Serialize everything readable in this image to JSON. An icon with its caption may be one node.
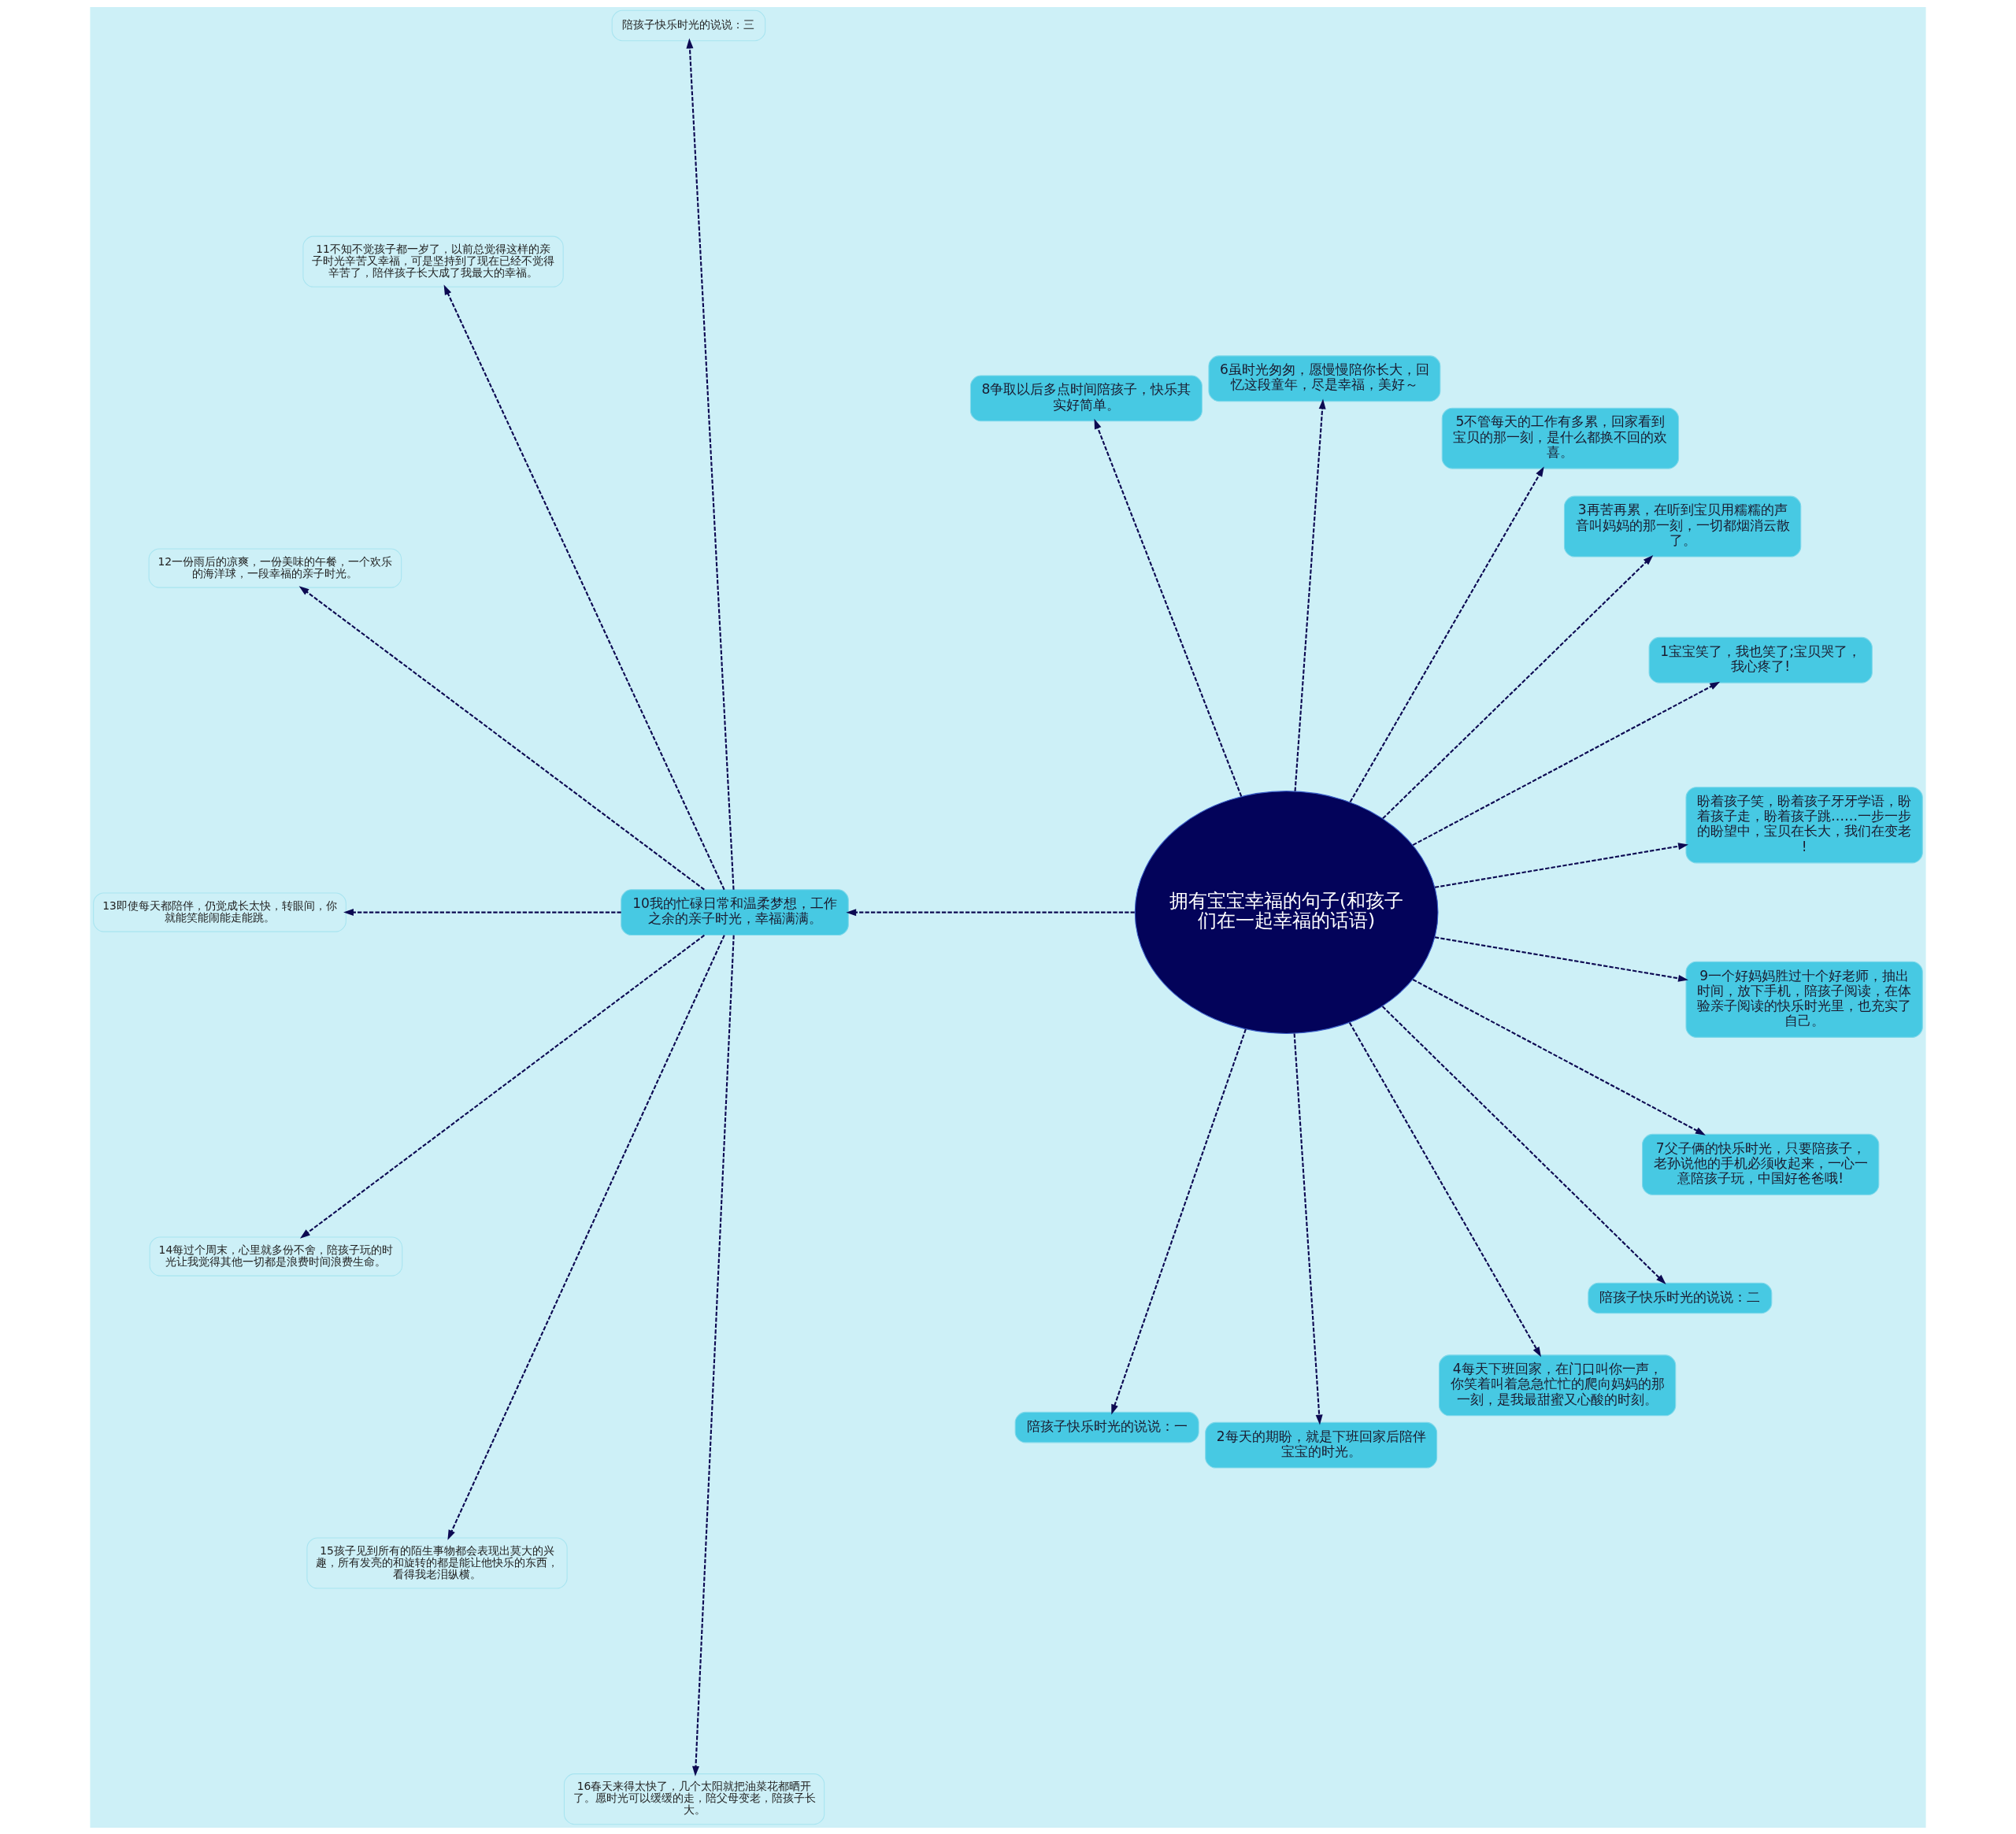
{
  "diagram": {
    "nodes": [
      {
        "text": [
          "拥有宝宝幸福的句子(和孩子们在一起幸福的话语)"
        ]
      },
      {
        "text": [
          "盼着孩子笑，盼着孩子牙牙学语，盼着孩子走，盼着孩子跳……一步一步的盼望中，宝贝在长大，我们在变老!"
        ]
      },
      {
        "text": [
          "1宝宝笑了，我也笑了;宝贝哭了，我心疼了!"
        ]
      },
      {
        "text": [
          "3再苦再累，在听到宝贝用糯糯的声音叫妈妈的那一刻，一切都烟消云散了。"
        ]
      },
      {
        "text": [
          "5不管每天的工作有多累，回家看到宝贝的那一刻，是什么都换不回的欢喜。"
        ]
      },
      {
        "text": [
          "6虽时光匆匆，愿慢慢陪你长大，回忆这段童年，尽是幸福，美好～"
        ]
      },
      {
        "text": [
          "8争取以后多点时间陪孩子，快乐其实好简单。"
        ]
      },
      {
        "text": [
          "10我的忙碌日常和温柔梦想，工作之余的亲子时光，幸福满满。"
        ]
      },
      {
        "text": [
          "陪孩子快乐时光的说说：三"
        ]
      },
      {
        "text": [
          "11不知不觉孩子都一岁了，以前总觉得这样的亲子时光辛苦又幸福，可是坚持到了现在已经不觉得辛苦了，陪伴孩子长大成了我最大的幸福。"
        ]
      },
      {
        "text": [
          "12一份雨后的凉爽，一份美味的午餐，一个欢乐的海洋球，一段幸福的亲子时光。"
        ]
      },
      {
        "text": [
          "13即使每天都陪伴，仍觉成长太快，转眼间，你就能笑能闹能走能跳。"
        ]
      },
      {
        "text": [
          "14每过个周末，心里就多份不舍，陪孩子玩的时光让我觉得其他一切都是浪费时间浪费生命。"
        ]
      },
      {
        "text": [
          "15孩子见到所有的陌生事物都会表现出莫大的兴趣，所有发亮的和旋转的都是能让他快乐的东西，看得我老泪纵横。"
        ]
      },
      {
        "text": [
          "16春天来得太快了，几个太阳就把油菜花都晒开了。愿时光可以缓缓的走，陪父母变老，陪孩子长大。"
        ]
      },
      {
        "text": [
          "陪孩子快乐时光的说说：一"
        ]
      },
      {
        "text": [
          "2每天的期盼，就是下班回家后陪伴宝宝的时光。"
        ]
      },
      {
        "text": [
          "4每天下班回家，在门口叫你一声，你笑着叫着急急忙忙的爬向妈妈的那一刻，是我最甜蜜又心酸的时刻。"
        ]
      },
      {
        "text": [
          "陪孩子快乐时光的说说：二"
        ]
      },
      {
        "text": [
          "7父子俩的快乐时光，只要陪孩子，老孙说他的手机必须收起来，一心一意陪孩子玩，中国好爸爸哦!"
        ]
      },
      {
        "text": [
          "9一个好妈妈胜过十个好老师，抽出时间，放下手机，陪孩子阅读，在体验亲子阅读的快乐时光里，也充实了自己。"
        ]
      }
    ],
    "edges": [
      {
        "from": 0,
        "to": 1,
        "arrow": "to",
        "style": "dashed"
      },
      {
        "from": 0,
        "to": 2,
        "arrow": "to",
        "style": "dashed"
      },
      {
        "from": 0,
        "to": 3,
        "arrow": "to",
        "style": "dashed"
      },
      {
        "from": 0,
        "to": 4,
        "arrow": "to",
        "style": "dashed"
      },
      {
        "from": 0,
        "to": 5,
        "arrow": "to",
        "style": "dashed"
      },
      {
        "from": 0,
        "to": 6,
        "arrow": "to",
        "style": "dashed"
      },
      {
        "from": 0,
        "to": 7,
        "arrow": "to",
        "style": "dashed"
      },
      {
        "from": 7,
        "to": 8,
        "arrow": "to",
        "style": "dashed"
      },
      {
        "from": 7,
        "to": 9,
        "arrow": "to",
        "style": "dashed"
      },
      {
        "from": 7,
        "to": 10,
        "arrow": "to",
        "style": "dashed"
      },
      {
        "from": 7,
        "to": 11,
        "arrow": "to",
        "style": "dashed"
      },
      {
        "from": 7,
        "to": 12,
        "arrow": "to",
        "style": "dashed"
      },
      {
        "from": 7,
        "to": 13,
        "arrow": "to",
        "style": "dashed"
      },
      {
        "from": 7,
        "to": 14,
        "arrow": "to",
        "style": "dashed"
      },
      {
        "from": 0,
        "to": 15,
        "arrow": "to",
        "style": "dashed"
      },
      {
        "from": 0,
        "to": 16,
        "arrow": "to",
        "style": "dashed"
      },
      {
        "from": 0,
        "to": 17,
        "arrow": "to",
        "style": "dashed"
      },
      {
        "from": 0,
        "to": 18,
        "arrow": "to",
        "style": "dashed"
      },
      {
        "from": 0,
        "to": 19,
        "arrow": "to",
        "style": "dashed"
      },
      {
        "from": 0,
        "to": 20,
        "arrow": "to",
        "style": "dashed"
      }
    ]
  }
}
